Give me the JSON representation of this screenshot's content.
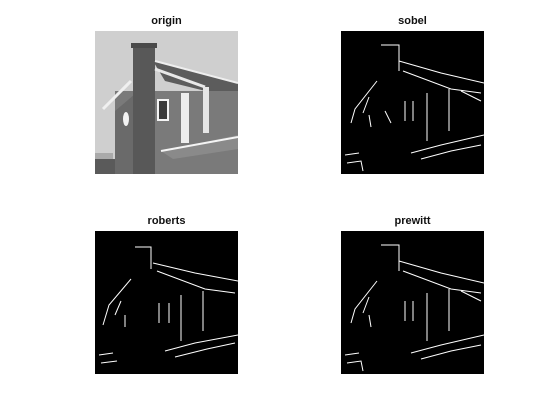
{
  "figure": {
    "panels": [
      {
        "id": "origin",
        "title": "origin"
      },
      {
        "id": "sobel",
        "title": "sobel"
      },
      {
        "id": "roberts",
        "title": "roberts"
      },
      {
        "id": "prewitt",
        "title": "prewitt"
      }
    ]
  },
  "colors": {
    "background": "#ffffff",
    "edge_bg": "#000000",
    "edge_fg": "#ffffff",
    "sky": "#c8c8c8",
    "brick": "#6e6e6e",
    "roof": "#5a5a5a",
    "trim": "#f2f2f2"
  }
}
